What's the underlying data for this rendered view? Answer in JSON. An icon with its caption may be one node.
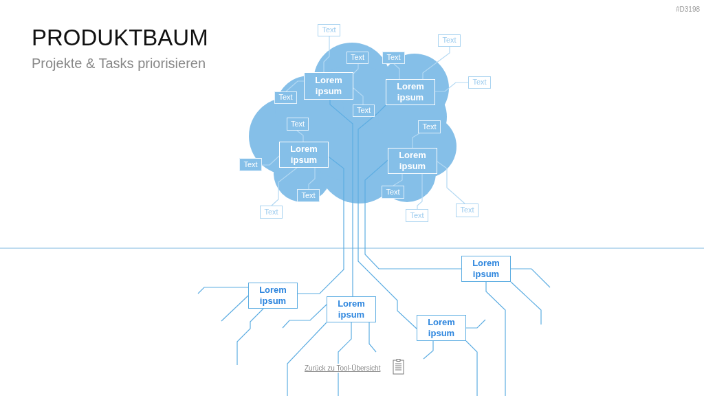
{
  "diagram": {
    "title": "PRODUKTBAUM",
    "nodes": [
      {
        "text": [
          "Lorem ipsum"
        ]
      },
      {
        "text": [
          "Text"
        ]
      },
      {
        "text": [
          "Text"
        ]
      },
      {
        "text": [
          "Text"
        ]
      },
      {
        "text": [
          "Text"
        ]
      },
      {
        "text": [
          "Lorem ipsum"
        ]
      },
      {
        "text": [
          "Text"
        ]
      },
      {
        "text": [
          "Text"
        ]
      },
      {
        "text": [
          "Text"
        ]
      },
      {
        "text": [
          "Lorem ipsum"
        ]
      },
      {
        "text": [
          "Text"
        ]
      },
      {
        "text": [
          "Text"
        ]
      },
      {
        "text": [
          "Text"
        ]
      },
      {
        "text": [
          "Text"
        ]
      },
      {
        "text": [
          "Lorem ipsum"
        ]
      },
      {
        "text": [
          "Text"
        ]
      },
      {
        "text": [
          "Text"
        ]
      },
      {
        "text": [
          "Text"
        ]
      },
      {
        "text": [
          "Text"
        ]
      },
      {
        "text": [
          "Lorem ipsum"
        ]
      },
      {
        "text": [
          "Lorem ipsum"
        ]
      },
      {
        "text": [
          "Lorem ipsum"
        ]
      },
      {
        "text": [
          "Lorem ipsum"
        ]
      }
    ],
    "edges": [
      {
        "from": 0,
        "to": 1,
        "arrow": "none",
        "color": "#b4d9f3"
      },
      {
        "from": 0,
        "to": 2,
        "arrow": "none",
        "color": "#b4d9f3"
      },
      {
        "from": 0,
        "to": 3,
        "arrow": "none",
        "color": "#b4d9f3"
      },
      {
        "from": 0,
        "to": 4,
        "arrow": "none",
        "color": "#b4d9f3"
      },
      {
        "from": 5,
        "to": 6,
        "arrow": "none",
        "color": "#b4d9f3"
      },
      {
        "from": 5,
        "to": 7,
        "arrow": "none",
        "color": "#b4d9f3"
      },
      {
        "from": 5,
        "to": 8,
        "arrow": "none",
        "color": "#b4d9f3"
      },
      {
        "from": 9,
        "to": 10,
        "arrow": "none",
        "color": "#b4d9f3"
      },
      {
        "from": 9,
        "to": 11,
        "arrow": "none",
        "color": "#b4d9f3"
      },
      {
        "from": 9,
        "to": 12,
        "arrow": "none",
        "color": "#b4d9f3"
      },
      {
        "from": 9,
        "to": 13,
        "arrow": "none",
        "color": "#b4d9f3"
      },
      {
        "from": 14,
        "to": 15,
        "arrow": "none",
        "color": "#b4d9f3"
      },
      {
        "from": 14,
        "to": 16,
        "arrow": "none",
        "color": "#b4d9f3"
      },
      {
        "from": 14,
        "to": 17,
        "arrow": "none",
        "color": "#b4d9f3"
      },
      {
        "from": 14,
        "to": 18,
        "arrow": "none",
        "color": "#b4d9f3"
      },
      {
        "from": 0,
        "to": 20,
        "arrow": "none"
      },
      {
        "from": 9,
        "to": 19,
        "arrow": "none"
      },
      {
        "from": 5,
        "to": 21,
        "arrow": "none"
      },
      {
        "from": 14,
        "to": 22,
        "arrow": "none"
      },
      {
        "from": 19,
        "to": null,
        "arrow": "none"
      },
      {
        "from": 19,
        "to": null,
        "arrow": "none"
      },
      {
        "from": 19,
        "to": null,
        "arrow": "none"
      },
      {
        "from": 20,
        "to": null,
        "arrow": "none"
      },
      {
        "from": 20,
        "to": null,
        "arrow": "none"
      },
      {
        "from": 20,
        "to": null,
        "arrow": "none"
      },
      {
        "from": 20,
        "to": null,
        "arrow": "none"
      },
      {
        "from": 21,
        "to": null,
        "arrow": "none"
      },
      {
        "from": 21,
        "to": null,
        "arrow": "none"
      },
      {
        "from": 21,
        "to": null,
        "arrow": "none"
      },
      {
        "from": 22,
        "to": null,
        "arrow": "none"
      },
      {
        "from": 22,
        "to": null,
        "arrow": "none"
      },
      {
        "from": 22,
        "to": null,
        "arrow": "none"
      }
    ],
    "labels": [
      "#D3198",
      "Projekte & Tasks priorisieren",
      "Zurück zu Tool-Übersicht"
    ]
  }
}
